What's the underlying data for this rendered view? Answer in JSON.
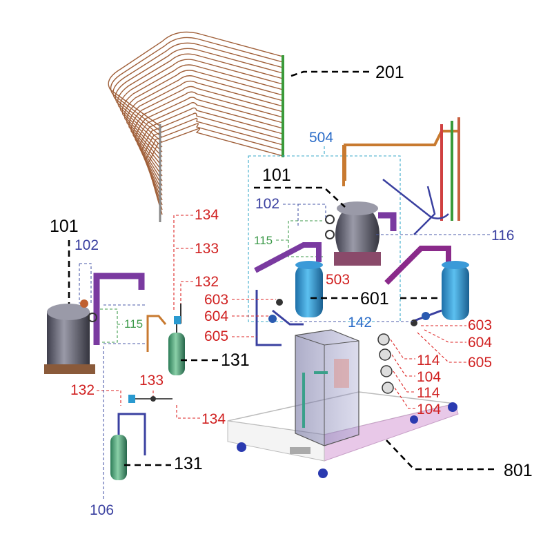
{
  "colors": {
    "black": "#000000",
    "red": "#d02020",
    "blue": "#4a5aa8",
    "bright_blue": "#2a6cc8",
    "green": "#3d9a4a",
    "copper": "#a0603a",
    "tank_blue": "#2e8fcf",
    "receiver_green": "#3f9a70",
    "purple_pipe": "#7a3aa0",
    "frame_pink": "#e8c8e8",
    "compressor_grey": "#6a6a78"
  },
  "labels": {
    "l201": "201",
    "l504": "504",
    "l101_right": "101",
    "l102_right": "102",
    "l115_right": "115",
    "l116": "116",
    "l503": "503",
    "l601": "601",
    "l603_left": "603",
    "l604_left": "604",
    "l605_left": "605",
    "l142": "142",
    "l603_right": "603",
    "l604_right": "604",
    "l605_right": "605",
    "l114_a": "114",
    "l104_a": "104",
    "l114_b": "114",
    "l104_b": "104",
    "l801": "801",
    "l134_top": "134",
    "l133_top": "133",
    "l132_top": "132",
    "l131_top": "131",
    "l101_left": "101",
    "l102_left": "102",
    "l115_left": "115",
    "l132_bottom": "132",
    "l133_bottom": "133",
    "l134_bottom": "134",
    "l131_bottom": "131",
    "l106": "106"
  }
}
